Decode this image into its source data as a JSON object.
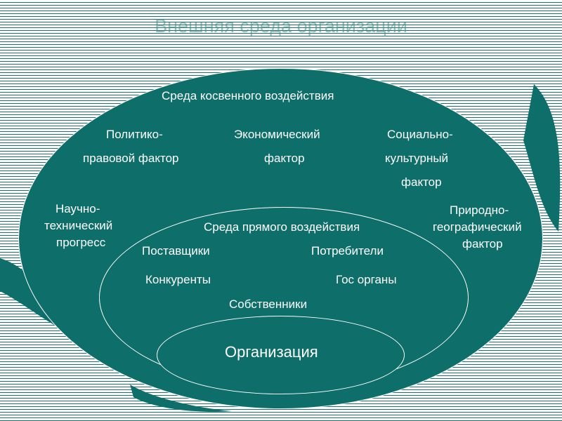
{
  "slide": {
    "title": "Внешняя среда организации"
  },
  "diagram": {
    "indirect_env": {
      "heading": "Среда косвенного воздействия",
      "factors": {
        "political_line1": "Политико-",
        "political_line2": "правовой фактор",
        "economic_line1": "Экономический",
        "economic_line2": "фактор",
        "social_line1": "Социально-",
        "social_line2": "культурный",
        "social_line3": "фактор",
        "scitech_line1": "Научно-",
        "scitech_line2": "технический",
        "scitech_line3": "прогресс",
        "natural_line1": "Природно-",
        "natural_line2": "географический",
        "natural_line3": "фактор"
      }
    },
    "direct_env": {
      "heading": "Среда прямого воздействия",
      "suppliers": "Поставщики",
      "consumers": "Потребители",
      "competitors": "Конкуренты",
      "government": "Гос органы",
      "owners": "Собственники"
    },
    "organization": "Организация"
  },
  "colors": {
    "ellipse_fill": "#0e6e69",
    "stripe": "#1c6f6b",
    "text": "#ffffff"
  }
}
